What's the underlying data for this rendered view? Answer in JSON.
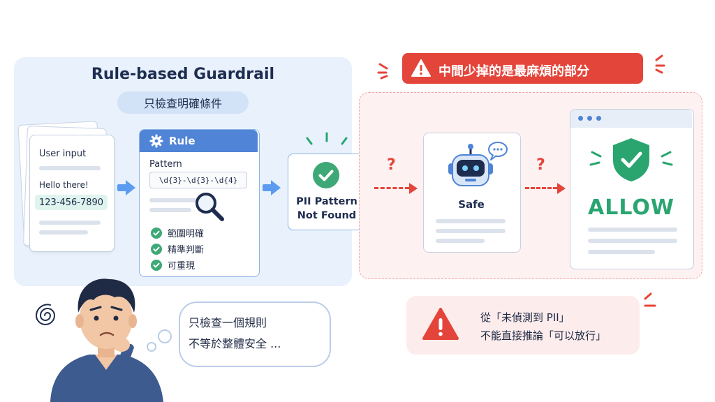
{
  "left_section": {
    "title": "Rule-based Guardrail",
    "subtitle": "只檢查明確條件"
  },
  "input_card": {
    "label": "User input",
    "greeting": "Hello there!",
    "phone": "123-456-7890"
  },
  "rule_card": {
    "header": "Rule",
    "pattern_label": "Pattern",
    "regex": "\\d{3}-\\d{3}-\\d{4}",
    "checks": [
      "範圍明確",
      "精準判斷",
      "可重現"
    ]
  },
  "pii_card": {
    "line1": "PII Pattern",
    "line2": "Not Found"
  },
  "warning_banner": {
    "text": "中間少掉的是最麻煩的部分"
  },
  "unknown_steps": [
    "?",
    "?"
  ],
  "safe_card": {
    "label": "Safe"
  },
  "allow_card": {
    "label": "ALLOW"
  },
  "bottom_warning": {
    "line1": "從「未偵測到 PII」",
    "line2": "不能直接推論「可以放行」"
  },
  "thought": {
    "line1": "只檢查一個規則",
    "line2": "不等於整體安全 ..."
  },
  "colors": {
    "brand_blue": "#4f84d6",
    "warning_red": "#e4453a",
    "allow_green": "#2aa570",
    "check_green": "#3ea876"
  },
  "icons": [
    "gear-icon",
    "magnifier-icon",
    "check-circle-icon",
    "robot-icon",
    "shield-check-icon",
    "warning-triangle-icon",
    "confused-scribble-icon"
  ]
}
